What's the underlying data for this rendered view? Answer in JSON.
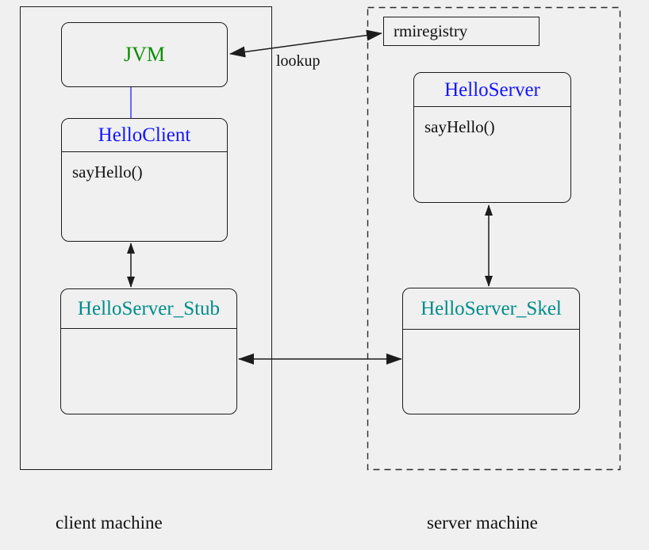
{
  "colors": {
    "background": "#f0f0f0",
    "line": "#1c1c1c",
    "jvm_green": "#0a9000",
    "class_blue": "#1414ff",
    "class_teal": "#008b8b",
    "connector_blue": "#3c3cff"
  },
  "client": {
    "label": "client machine",
    "jvm_title": "JVM",
    "client_class": {
      "title": "HelloClient",
      "method": "sayHello()"
    },
    "stub_class": {
      "title": "HelloServer_Stub"
    }
  },
  "server": {
    "label": "server machine",
    "registry_title": "rmiregistry",
    "server_class": {
      "title": "HelloServer",
      "method": "sayHello()"
    },
    "skel_class": {
      "title": "HelloServer_Skel"
    }
  },
  "connections": {
    "lookup_label": "lookup"
  }
}
